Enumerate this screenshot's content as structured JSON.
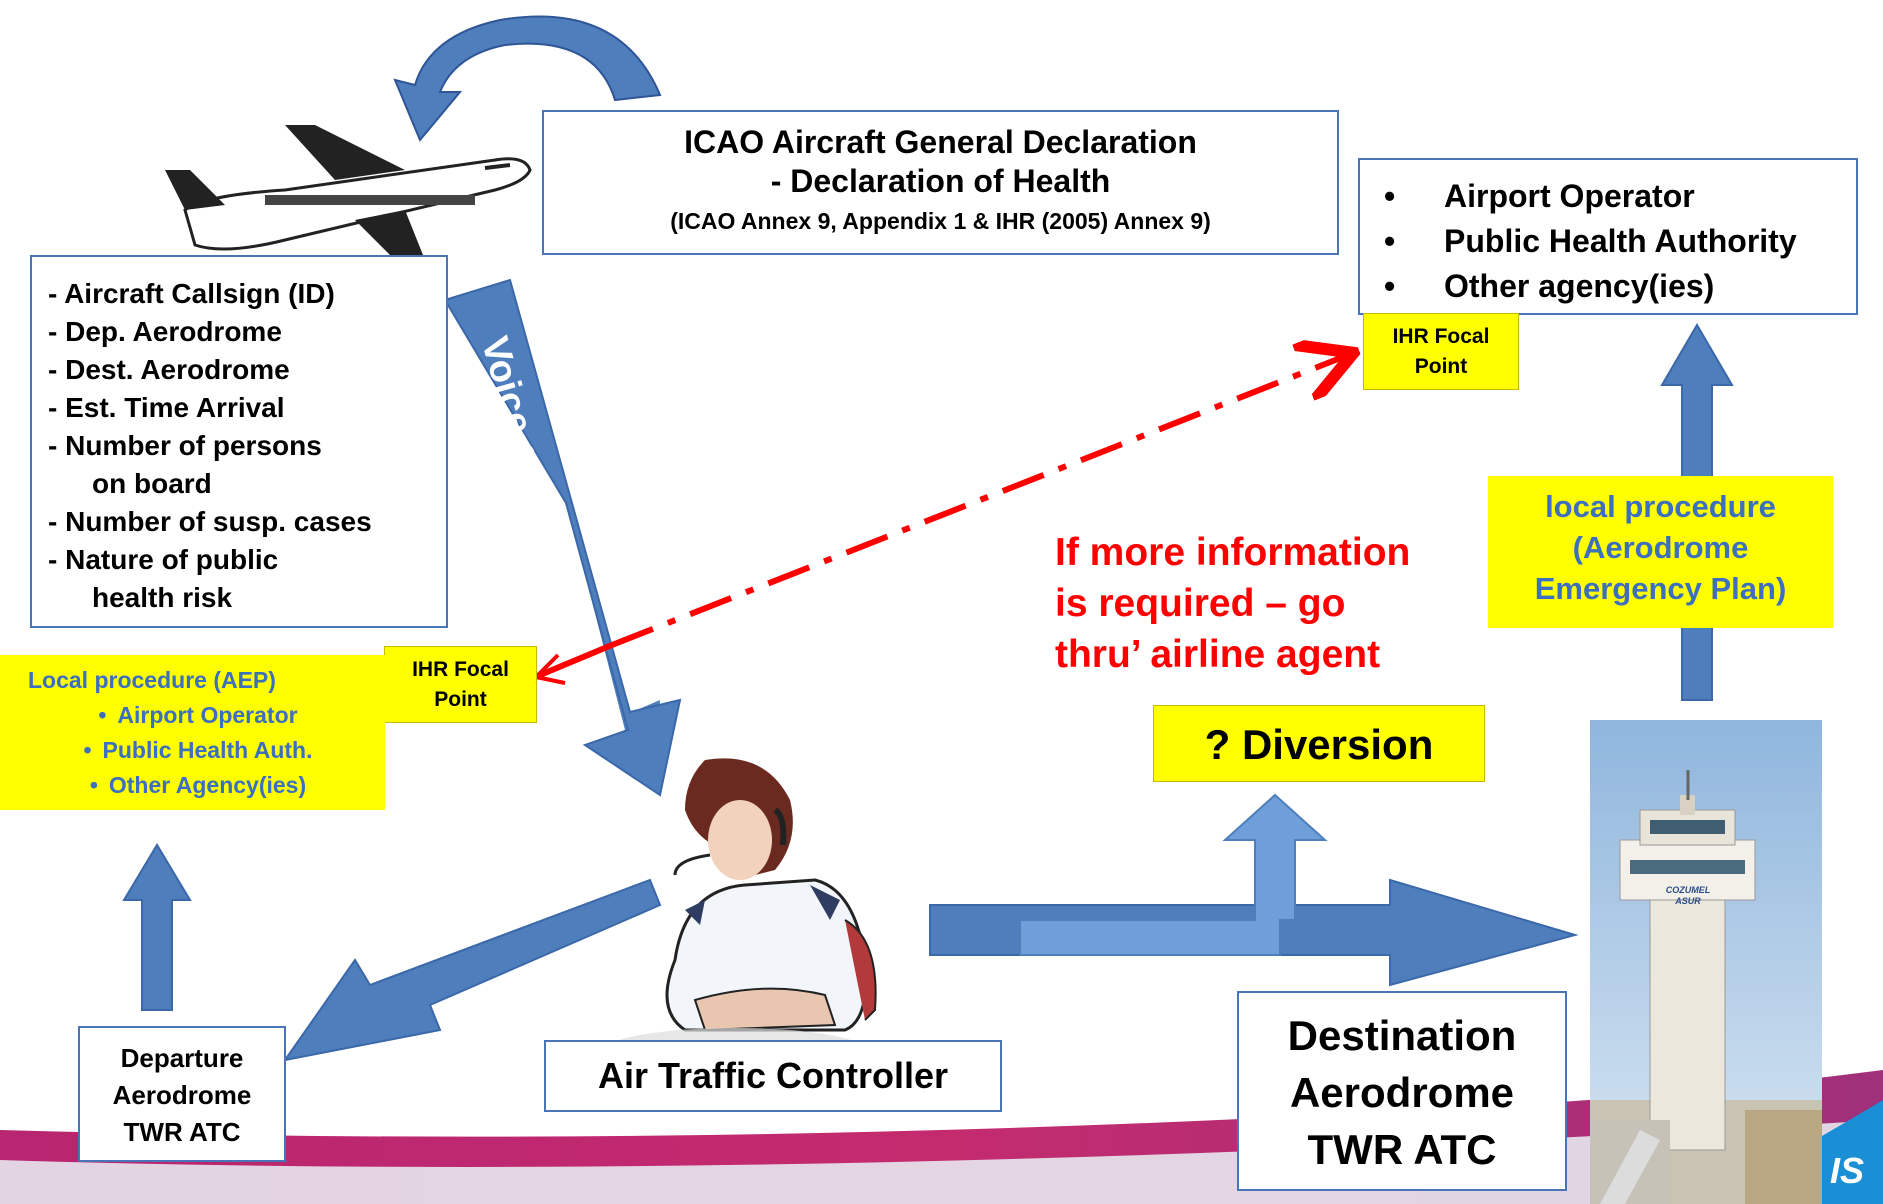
{
  "declaration": {
    "line1": "ICAO Aircraft General Declaration",
    "line2": "- Declaration of Health",
    "line3": "(ICAO Annex 9, Appendix 1 & IHR (2005) Annex 9)"
  },
  "flight_info": {
    "items": [
      "- Aircraft Callsign (ID)",
      "- Dep. Aerodrome",
      "- Dest. Aerodrome",
      "- Est. Time Arrival",
      "- Number of persons",
      "on board",
      "- Number of susp. cases",
      "- Nature of public",
      "health risk"
    ]
  },
  "voice_label": "Voice or data",
  "destination_agencies": {
    "items": [
      "Airport Operator",
      "Public Health Authority",
      "Other agency(ies)"
    ]
  },
  "ihr_focal_point_right": {
    "line1": "IHR Focal",
    "line2": "Point"
  },
  "ihr_focal_point_left": {
    "line1": "IHR Focal",
    "line2": "Point"
  },
  "local_procedure_right": {
    "line1": "local procedure",
    "line2": "(Aerodrome",
    "line3": "Emergency Plan)"
  },
  "more_info": {
    "line1": "If more information",
    "line2": "is required – go",
    "line3": "thru’ airline agent"
  },
  "local_procedure_left": {
    "title": "Local procedure (AEP)",
    "items": [
      "Airport Operator",
      "Public Health Auth.",
      "Other Agency(ies)"
    ]
  },
  "diversion_label": "? Diversion",
  "controller_label": "Air Traffic Controller",
  "departure": {
    "line1": "Departure",
    "line2": "Aerodrome",
    "line3": "TWR ATC"
  },
  "destination": {
    "line1": "Destination",
    "line2": "Aerodrome",
    "line3": "TWR ATC"
  },
  "tower_sign": {
    "line1": "COZUMEL",
    "line2": "ASUR"
  },
  "corner_logo": "IS",
  "colors": {
    "arrow_blue": "#4f7ebd",
    "arrow_dark": "#2f5597",
    "box_border": "#4a74b8",
    "highlight_yellow": "#ffff00",
    "red_text": "#ff0000",
    "blue_text": "#3c6fbe",
    "swoosh": "#c0286e"
  }
}
